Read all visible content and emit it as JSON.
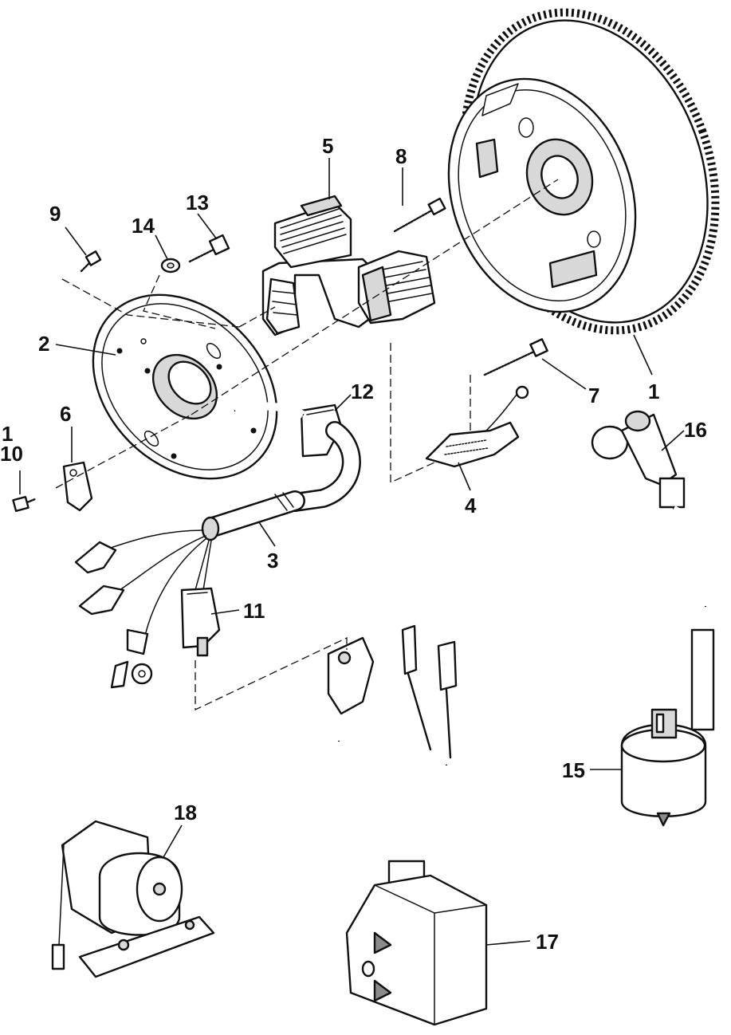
{
  "diagram": {
    "callouts": [
      {
        "id": "c1",
        "text": "1"
      },
      {
        "id": "c1b",
        "text": "1"
      },
      {
        "id": "c2",
        "text": "2"
      },
      {
        "id": "c3",
        "text": "3"
      },
      {
        "id": "c4",
        "text": "4"
      },
      {
        "id": "c5",
        "text": "5"
      },
      {
        "id": "c6",
        "text": "6"
      },
      {
        "id": "c7",
        "text": "7"
      },
      {
        "id": "c8",
        "text": "8"
      },
      {
        "id": "c9",
        "text": "9"
      },
      {
        "id": "c10",
        "text": "10"
      },
      {
        "id": "c11",
        "text": "11"
      },
      {
        "id": "c12",
        "text": "12"
      },
      {
        "id": "c13",
        "text": "13"
      },
      {
        "id": "c14",
        "text": "14"
      },
      {
        "id": "c15",
        "text": "15"
      },
      {
        "id": "c16",
        "text": "16"
      },
      {
        "id": "c17",
        "text": "17"
      },
      {
        "id": "c18",
        "text": "18"
      }
    ],
    "colors": {
      "ink": "#111111",
      "paper": "#ffffff",
      "shade": "#d8d8d8"
    }
  }
}
